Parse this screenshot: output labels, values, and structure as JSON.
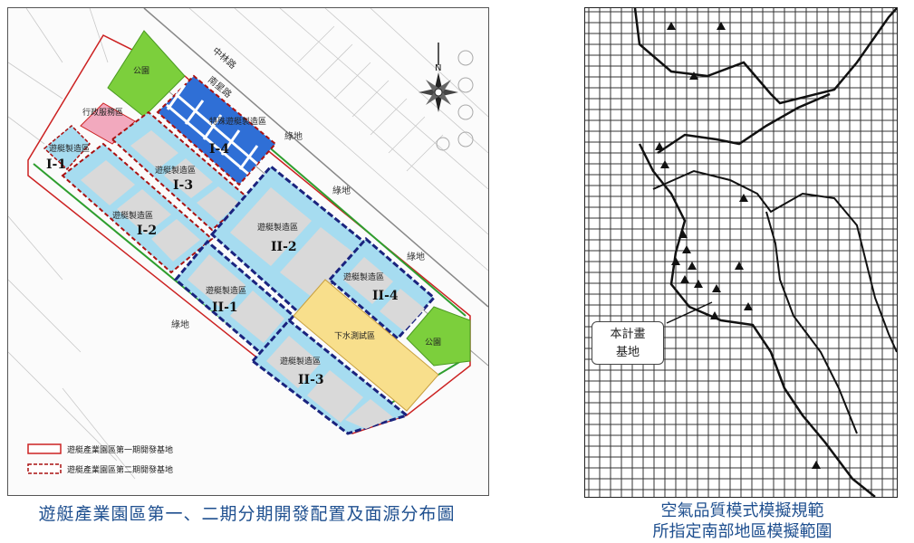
{
  "left_map": {
    "caption": "遊艇產業園區第一、二期分期開發配置及面源分布圖",
    "roads": [
      "中林路",
      "南星路"
    ],
    "green_belt_labels": [
      "綠地",
      "綠地",
      "綠地",
      "綠地"
    ],
    "parks": [
      "公園",
      "公園"
    ],
    "admin_zone": "行政服務區",
    "boat_zone_label": "遊艇製造區",
    "special_zone_label": "特殊遊艇製造區",
    "test_zone": "下水測試區",
    "zone_codes": [
      "I-1",
      "I-2",
      "I-3",
      "I-4",
      "II-1",
      "II-2",
      "II-3",
      "II-4"
    ],
    "legend": [
      {
        "label": "遊艇產業園區第一期開發基地",
        "style": "solid",
        "color": "#cc2222"
      },
      {
        "label": "遊艇產業園區第二期開發基地",
        "style": "dashed",
        "color": "#aa1111"
      }
    ],
    "compass_letter": "N",
    "colors": {
      "boat": "#a6dcf0",
      "lot": "#d9d9d9",
      "park": "#7ccf3c",
      "test": "#f8df8c",
      "admin": "#f2a9be",
      "special": "#2f6fd6",
      "phase2_border": "#1a237e"
    }
  },
  "right_map": {
    "caption_line1": "空氣品質模式模擬規範",
    "caption_line2": "所指定南部地區模擬範圍",
    "site_label_line1": "本計畫",
    "site_label_line2": "基地"
  }
}
